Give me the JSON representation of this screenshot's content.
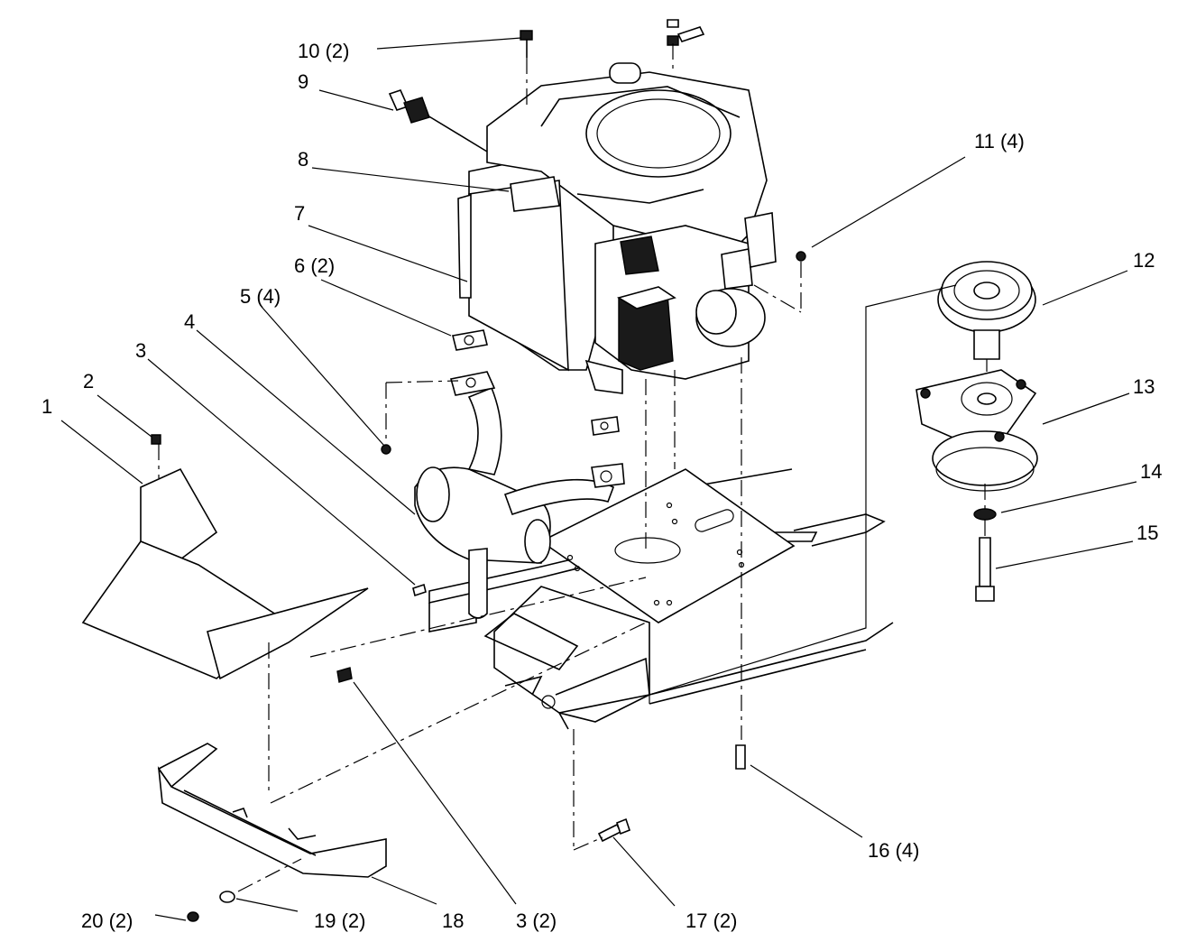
{
  "diagram": {
    "callouts": [
      {
        "id": "c1",
        "label": "1"
      },
      {
        "id": "c2",
        "label": "2"
      },
      {
        "id": "c3",
        "label": "3"
      },
      {
        "id": "c3b",
        "label": "3 (2)"
      },
      {
        "id": "c4",
        "label": "4"
      },
      {
        "id": "c5",
        "label": "5 (4)"
      },
      {
        "id": "c6",
        "label": "6 (2)"
      },
      {
        "id": "c7",
        "label": "7"
      },
      {
        "id": "c8",
        "label": "8"
      },
      {
        "id": "c9",
        "label": "9"
      },
      {
        "id": "c10",
        "label": "10 (2)"
      },
      {
        "id": "c11",
        "label": "11 (4)"
      },
      {
        "id": "c12",
        "label": "12"
      },
      {
        "id": "c13",
        "label": "13"
      },
      {
        "id": "c14",
        "label": "14"
      },
      {
        "id": "c15",
        "label": "15"
      },
      {
        "id": "c16",
        "label": "16 (4)"
      },
      {
        "id": "c17",
        "label": "17 (2)"
      },
      {
        "id": "c18",
        "label": "18"
      },
      {
        "id": "c19",
        "label": "19 (2)"
      },
      {
        "id": "c20",
        "label": "20 (2)"
      }
    ]
  }
}
